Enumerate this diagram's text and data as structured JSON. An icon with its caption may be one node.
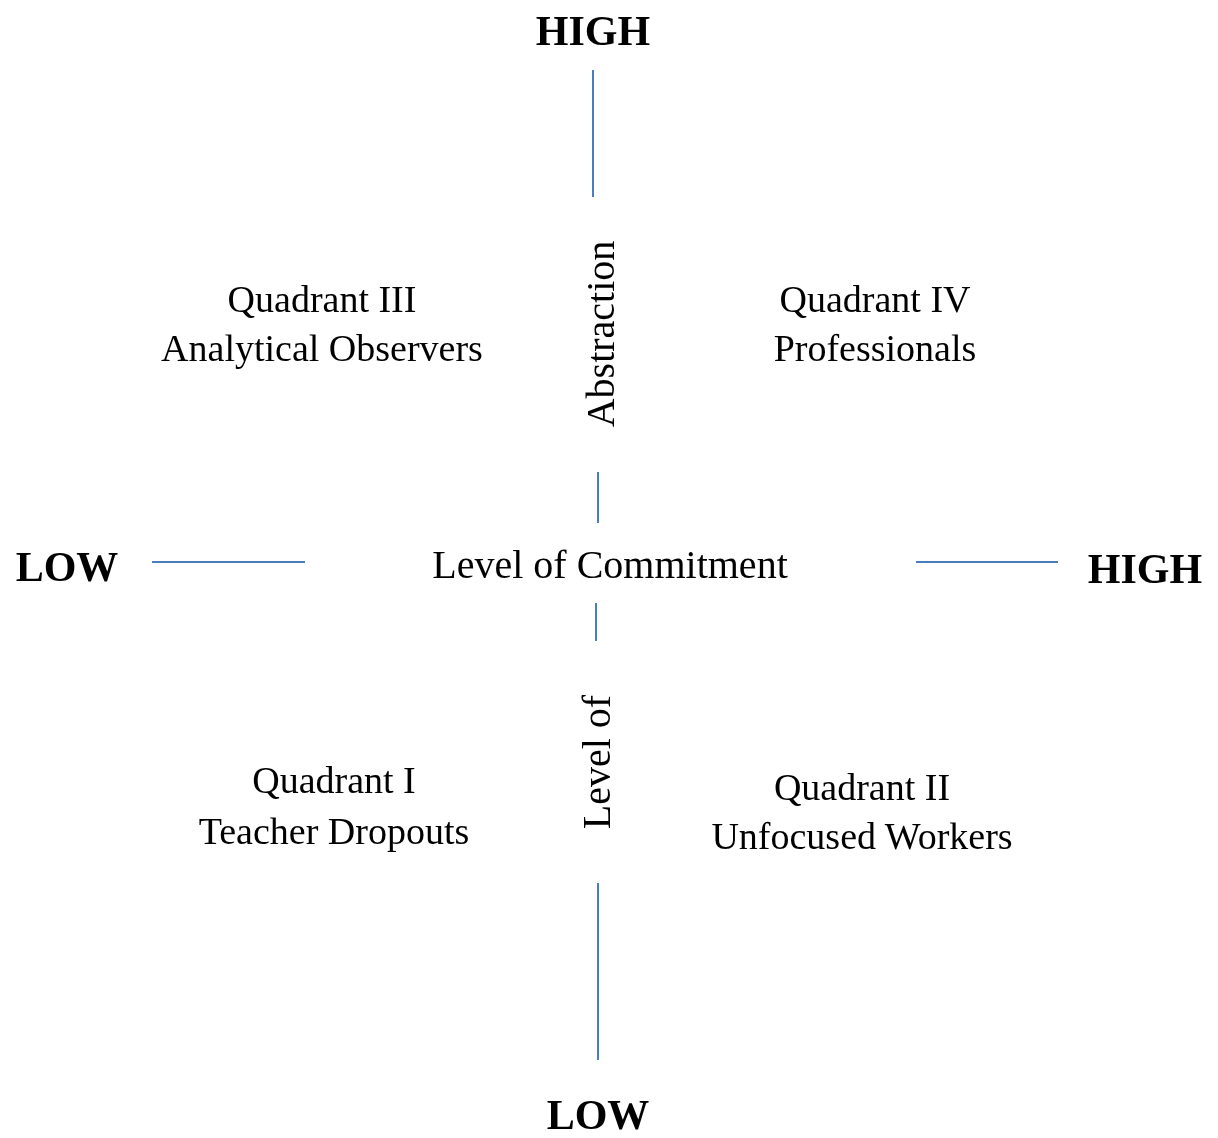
{
  "diagram": {
    "labels": [
      "HIGH",
      "Quadrant III",
      "Analytical Observers",
      "Abstraction",
      "Quadrant IV",
      "Professionals",
      "LOW",
      "Level of Commitment",
      "HIGH",
      "Quadrant I",
      "Teacher Dropouts",
      "Level of",
      "Quadrant II",
      "Unfocused Workers",
      "LOW"
    ]
  }
}
